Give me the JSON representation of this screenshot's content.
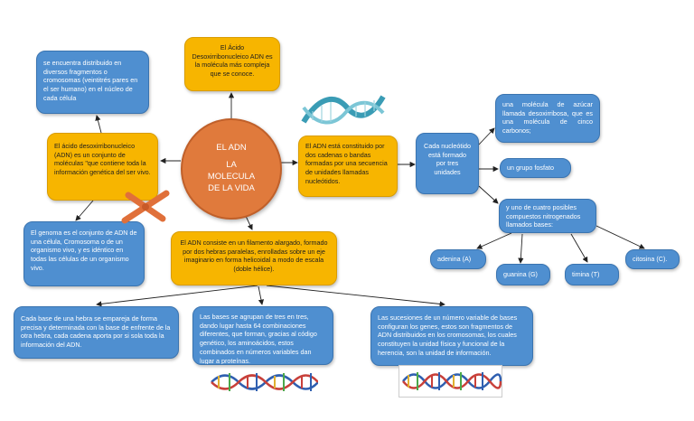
{
  "center_topic": {
    "line1": "EL ADN",
    "line2": "LA",
    "line3": "MOLECULA",
    "line4": "DE LA VIDA"
  },
  "nodes": {
    "top_definition": "El Ácido Desoxirribonucleico ADN es la molécula más compleja que se conoce.",
    "left_definition": "El ácido desoxirribonucleico (ADN) es un conjunto de moléculas \"que contiene toda la información genética del ser vivo.",
    "left_distribution": "se encuentra distribuido en diversos fragmentos o cromosomas (veintitrés pares en el ser humano) en el núcleo de cada célula",
    "left_genome": "El genoma es el conjunto de ADN de una célula, Cromosoma o de un organismo vivo, y es idéntico en todas las células de un organismo vivo.",
    "bottom_filament": "El ADN consiste en un filamento alargado, formado por dos hebras paralelas, enrolladas sobre un eje imaginario en forma helicoidal a modo de escala (doble hélice).",
    "right_chains": "El ADN está constituido por dos cadenas o bandas formadas por una secuencia de unidades llamadas nucleótidos.",
    "nucleotide": "Cada nucleótido está formado por tres unidades",
    "sugar": "una molécula de azúcar llamada desoxirribosa, que es una molécula de cinco carbonos;",
    "phosphate": "un grupo fosfato",
    "bases": "y uno de cuatro posibles compuestos nitrogenados llamados bases:",
    "adenine": "adenina (A)",
    "guanine": "guanina (G)",
    "thymine": "timina (T)",
    "cytosine": "citosina (C).",
    "pairing": "Cada base de una hebra se empareja de forma precisa y determinada con la base de enfrente de la otra hebra, cada cadena aporta por si sola toda la información del ADN.",
    "triplets": "Las bases se agrupan de tres en tres, dando lugar hasta 64 combinaciones diferentes, que forman, gracias al código genético, los aminoácidos, estos combinados en números variables dan lugar a proteínas.",
    "genes": "Las sucesiones de un número variable de bases configuran los genes, estos son fragmentos de ADN distribuidos en los cromosomas, los cuales constituyen la unidad física y funcional de la herencia, son la unidad de información."
  },
  "colors": {
    "blue": "#4f8fd0",
    "yellow": "#f7b500",
    "orange": "#e07a3c",
    "connector": "#222222"
  },
  "images": {
    "chromosome": "chromosome-image",
    "dna_ribbon": "dna-ribbon-image",
    "dna_helix_left": "dna-helix-image",
    "dna_helix_right": "dna-helix-image"
  }
}
